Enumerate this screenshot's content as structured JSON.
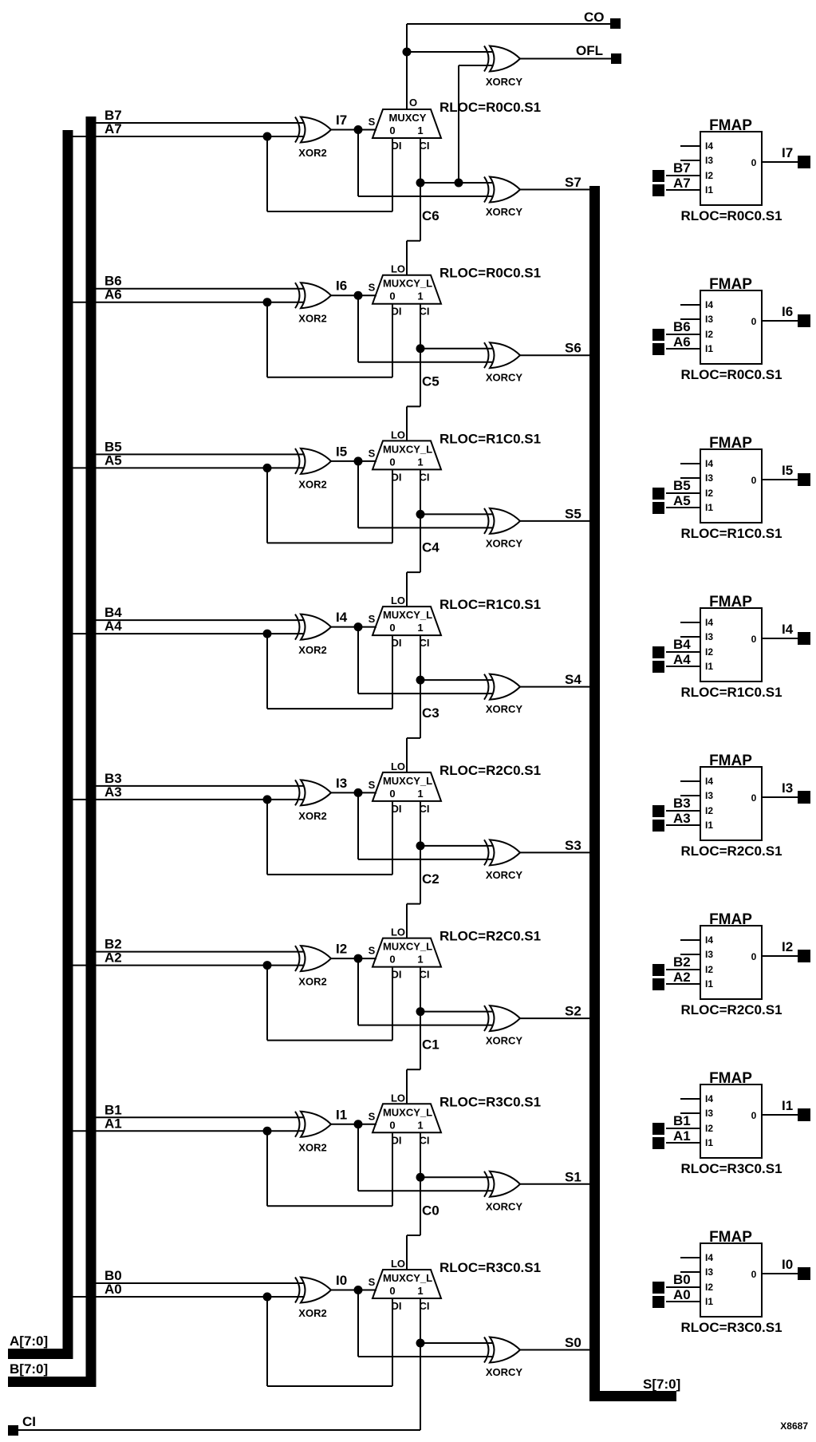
{
  "diagram": {
    "kind": "8-bit adder carry-chain schematic",
    "part_number": "X8687",
    "colors": {
      "ink": "#000000",
      "background": "#ffffff"
    },
    "top_terminals": {
      "carry_out": "CO",
      "overflow": "OFL"
    },
    "bottom_terminal": {
      "carry_in": "CI"
    },
    "buses": {
      "a": "A[7:0]",
      "b": "B[7:0]",
      "s": "S[7:0]"
    },
    "symbols": {
      "xor2": "XOR2",
      "xorcy": "XORCY",
      "mux_pins": {
        "s": "S",
        "di": "DI",
        "ci": "CI",
        "sel0": "0",
        "sel1": "1"
      },
      "fmap": {
        "title": "FMAP",
        "i4": "I4",
        "i3": "I3",
        "i2": "I2",
        "i1": "I1",
        "out": "0"
      }
    },
    "rows": [
      {
        "bit": 7,
        "b": "B7",
        "a": "A7",
        "i": "I7",
        "s": "S7",
        "mux": "MUXCY",
        "mux_out": "O",
        "rloc": "RLOC=R0C0.S1",
        "carry_below": "C6",
        "fmap_rloc": "RLOC=R0C0.S1"
      },
      {
        "bit": 6,
        "b": "B6",
        "a": "A6",
        "i": "I6",
        "s": "S6",
        "mux": "MUXCY_L",
        "mux_out": "LO",
        "rloc": "RLOC=R0C0.S1",
        "carry_below": "C5",
        "fmap_rloc": "RLOC=R0C0.S1"
      },
      {
        "bit": 5,
        "b": "B5",
        "a": "A5",
        "i": "I5",
        "s": "S5",
        "mux": "MUXCY_L",
        "mux_out": "LO",
        "rloc": "RLOC=R1C0.S1",
        "carry_below": "C4",
        "fmap_rloc": "RLOC=R1C0.S1"
      },
      {
        "bit": 4,
        "b": "B4",
        "a": "A4",
        "i": "I4",
        "s": "S4",
        "mux": "MUXCY_L",
        "mux_out": "LO",
        "rloc": "RLOC=R1C0.S1",
        "carry_below": "C3",
        "fmap_rloc": "RLOC=R1C0.S1"
      },
      {
        "bit": 3,
        "b": "B3",
        "a": "A3",
        "i": "I3",
        "s": "S3",
        "mux": "MUXCY_L",
        "mux_out": "LO",
        "rloc": "RLOC=R2C0.S1",
        "carry_below": "C2",
        "fmap_rloc": "RLOC=R2C0.S1"
      },
      {
        "bit": 2,
        "b": "B2",
        "a": "A2",
        "i": "I2",
        "s": "S2",
        "mux": "MUXCY_L",
        "mux_out": "LO",
        "rloc": "RLOC=R2C0.S1",
        "carry_below": "C1",
        "fmap_rloc": "RLOC=R2C0.S1"
      },
      {
        "bit": 1,
        "b": "B1",
        "a": "A1",
        "i": "I1",
        "s": "S1",
        "mux": "MUXCY_L",
        "mux_out": "LO",
        "rloc": "RLOC=R3C0.S1",
        "carry_below": "C0",
        "fmap_rloc": "RLOC=R3C0.S1"
      },
      {
        "bit": 0,
        "b": "B0",
        "a": "A0",
        "i": "I0",
        "s": "S0",
        "mux": "MUXCY_L",
        "mux_out": "LO",
        "rloc": "RLOC=R3C0.S1",
        "carry_below": null,
        "fmap_rloc": "RLOC=R3C0.S1"
      }
    ]
  }
}
